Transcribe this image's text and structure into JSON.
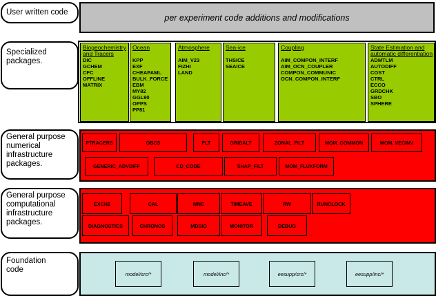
{
  "layers": {
    "user": {
      "label": [
        "User written code"
      ],
      "banner": "per experiment code additions and modifications"
    },
    "specialized": {
      "label": [
        "Specialized",
        "packages."
      ],
      "columns": [
        {
          "title": [
            "Biogeochemistry",
            "and Tracers"
          ],
          "items": [
            "DIC",
            "GCHEM",
            "CFC",
            "OFFLINE",
            "MATRIX"
          ]
        },
        {
          "title": [
            "Ocean"
          ],
          "items": [
            "KPP",
            "EXF",
            "CHEAPAML",
            "BULK_FORCE",
            "EBM",
            "MY82",
            "GGL90",
            "OPPS",
            "PP81"
          ]
        },
        {
          "title": [
            "Atmosphere"
          ],
          "items": [
            "AIM_V23",
            "FIZHI",
            "LAND"
          ]
        },
        {
          "title": [
            "Sea-ice"
          ],
          "items": [
            "THSICE",
            "SEAICE"
          ]
        },
        {
          "title": [
            "Coupling"
          ],
          "items": [
            "AIM_COMPON_INTERF",
            "AIM_OCN_COUPLER",
            "COMPON_COMMUNIC",
            "OCN_COMPON_INTERF"
          ]
        },
        {
          "title": [
            "State Estimation and",
            "automatic differentiation"
          ],
          "items": [
            "ADMTLM",
            "AUTODIFF",
            "COST",
            "CTRL",
            "ECCO",
            "GRDCHK",
            "SBO",
            "SPHERE"
          ]
        }
      ]
    },
    "numerical": {
      "label": [
        "General purpose",
        "numerical",
        "infrastructure",
        "packages."
      ],
      "boxes": [
        "PTRACERS",
        "OBCS",
        "FLT",
        "GRIDALT",
        "ZONAL_FILT",
        "MOM_COMMON",
        "MOM_VECINV",
        "GENERIC_ADVDIFF",
        "CD_CODE",
        "SHAP_FILT",
        "MOM_FLUXFORM"
      ]
    },
    "computational": {
      "label": [
        "General purpose",
        "computational",
        "infrastructure",
        "packages."
      ],
      "boxes": [
        "EXCH2",
        "CAL",
        "MNC",
        "TIMEAVE",
        "RW",
        "RUNCLOCK",
        "DIAGNOSTICS",
        "CHRONOS",
        "MDSIO",
        "MONITOR",
        "DEBUG"
      ]
    },
    "foundation": {
      "label": [
        "Foundation",
        "code"
      ],
      "boxes": [
        "model/src/*",
        "model/inc/*",
        "eesupp/src/*",
        "eesupp/inc/*"
      ]
    }
  },
  "colors": {
    "user_banner": "#c0c0c0",
    "specialized": "#99cc00",
    "infrastructure": "#ff0000",
    "foundation": "#c9e8e8"
  }
}
